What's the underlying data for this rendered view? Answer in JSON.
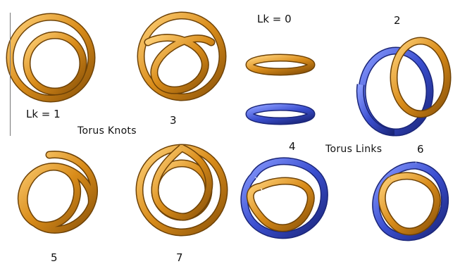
{
  "labels": {
    "lk_one": "Lk = 1",
    "lk_zero": "Lk = 0",
    "torus_knots": "Torus Knots",
    "torus_links": "Torus Links",
    "n2": "2",
    "n3": "3",
    "n4": "4",
    "n5": "5",
    "n6": "6",
    "n7": "7"
  },
  "colors": {
    "gold": "#d98c1a",
    "gold_dark": "#8a5208",
    "gold_light": "#ffd27a",
    "blue": "#3b4fd0",
    "blue_dark": "#1a2578",
    "blue_light": "#8a9cff"
  },
  "knots": [
    {
      "name": "unknot-lk1",
      "type": "torus-knot",
      "color": "gold"
    },
    {
      "name": "trefoil",
      "type": "torus-knot",
      "color": "gold"
    },
    {
      "name": "five-fold",
      "type": "torus-knot",
      "color": "gold"
    },
    {
      "name": "seven-fold",
      "type": "torus-knot",
      "color": "gold"
    },
    {
      "name": "unlinked-rings",
      "type": "torus-link",
      "colors": [
        "gold",
        "blue"
      ]
    },
    {
      "name": "hopf-link",
      "type": "torus-link",
      "colors": [
        "gold",
        "blue"
      ]
    },
    {
      "name": "link-4",
      "type": "torus-link",
      "colors": [
        "gold",
        "blue"
      ]
    },
    {
      "name": "link-6",
      "type": "torus-link",
      "colors": [
        "gold",
        "blue"
      ]
    }
  ]
}
